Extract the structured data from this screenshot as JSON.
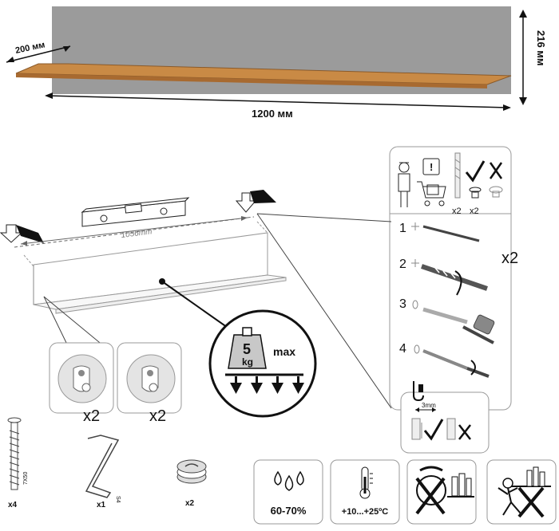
{
  "dimensions": {
    "depth": "200 мм",
    "height": "216 мм",
    "width": "1200 мм",
    "spacing": "1056mm"
  },
  "load": {
    "weight": "5",
    "unit": "kg",
    "limit": "max"
  },
  "counts": {
    "fitting_left": "x2",
    "fitting_right": "x2",
    "kit_screws": "x2",
    "kit_washers": "x2",
    "steps_repeat": "x2",
    "screw": "x4",
    "allen_key": "x1",
    "cam": "x2"
  },
  "hardware_codes": {
    "screw": "7X50",
    "allen_key": "S4"
  },
  "steps": [
    "1",
    "2",
    "3",
    "4"
  ],
  "gap_label": "3mm",
  "conditions": {
    "humidity": "60-70%",
    "temperature": "+10...+25ºC"
  },
  "colors": {
    "panel": "#9b9b9b",
    "shelf_wood": "#c98a45",
    "shelf_edge": "#8a5a2a"
  }
}
